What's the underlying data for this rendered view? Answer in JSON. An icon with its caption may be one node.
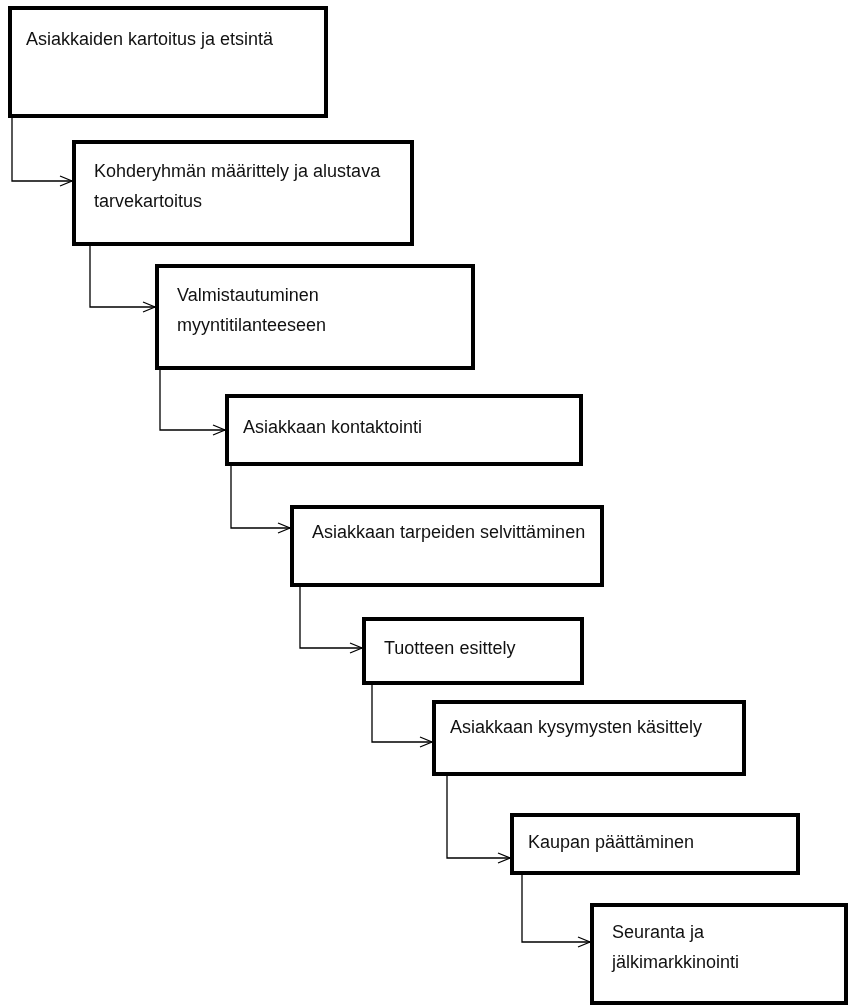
{
  "diagram": {
    "nodes": [
      {
        "text": [
          "Asiakkaiden kartoitus ja etsintä"
        ]
      },
      {
        "text": [
          "Kohderyhmän määrittely ja alustava tarvekartoitus"
        ]
      },
      {
        "text": [
          "Valmistautuminen myyntitilanteeseen"
        ]
      },
      {
        "text": [
          "Asiakkaan kontaktointi"
        ]
      },
      {
        "text": [
          "Asiakkaan tarpeiden selvittäminen"
        ]
      },
      {
        "text": [
          "Tuotteen esittely"
        ]
      },
      {
        "text": [
          "Asiakkaan kysymysten käsittely"
        ]
      },
      {
        "text": [
          "Kaupan päättäminen"
        ]
      },
      {
        "text": [
          "Seuranta ja jälkimarkkinointi"
        ]
      }
    ],
    "edges": [
      {
        "from": 0,
        "to": 1,
        "arrow": "to"
      },
      {
        "from": 1,
        "to": 2,
        "arrow": "to"
      },
      {
        "from": 2,
        "to": 3,
        "arrow": "to"
      },
      {
        "from": 3,
        "to": 4,
        "arrow": "to"
      },
      {
        "from": 4,
        "to": 5,
        "arrow": "to"
      },
      {
        "from": 5,
        "to": 6,
        "arrow": "to"
      },
      {
        "from": 6,
        "to": 7,
        "arrow": "to"
      },
      {
        "from": 7,
        "to": 8,
        "arrow": "to"
      }
    ]
  }
}
